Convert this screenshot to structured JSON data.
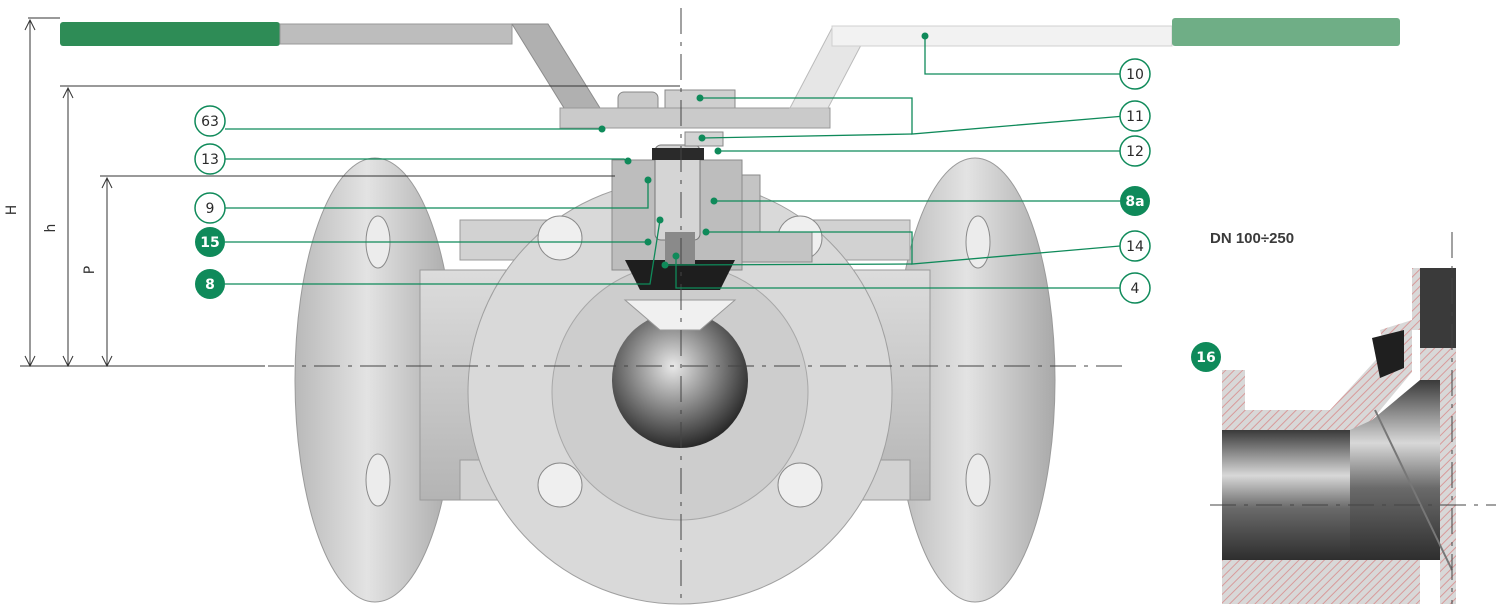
{
  "colors": {
    "accent": "#0f8a5a",
    "handle_green": "#2e8c56",
    "handle_green_light": "#6fae86",
    "metal": "#cfcfcf",
    "metal_dark": "#8f8f8f",
    "hatch": "#d89a9a"
  },
  "dimensions": {
    "H": "H",
    "h": "h",
    "P": "P"
  },
  "detail": {
    "title": "DN 100÷250"
  },
  "callouts": {
    "c10": "10",
    "c11": "11",
    "c12": "12",
    "c8a": "8a",
    "c14": "14",
    "c4": "4",
    "c63": "63",
    "c13": "13",
    "c9": "9",
    "c15": "15",
    "c8": "8",
    "c16": "16"
  }
}
